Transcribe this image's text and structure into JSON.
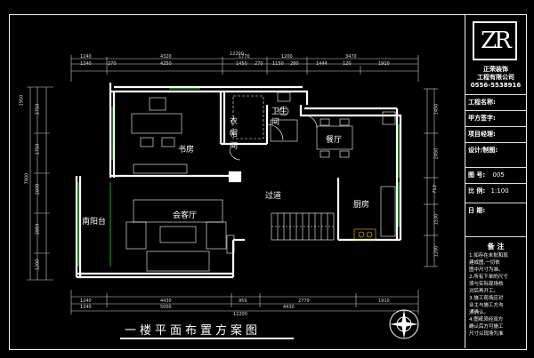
{
  "drawing": {
    "plan_title": "一楼平面布置方案图",
    "rooms": {
      "study": "书房",
      "closet": "衣帽间",
      "bathroom": "卫生间",
      "dining": "餐厅",
      "corridor": "过道",
      "kitchen": "厨房",
      "living": "会客厅",
      "south_balcony": "南阳台"
    },
    "dims_top_total": "12200",
    "dims_top_row1": [
      "1240",
      "4320",
      "1770",
      "1200",
      "3470"
    ],
    "dims_top_row2": [
      "1240",
      "270",
      "4250",
      "1450",
      "270",
      "1150",
      "280",
      "1444",
      "120",
      "1910"
    ],
    "dims_bottom_row1": [
      "1240",
      "4430",
      "959",
      "2779",
      "1910"
    ],
    "dims_bottom_row2": [
      "1240",
      "5000",
      "4430"
    ],
    "dims_bottom_total": "12200",
    "dims_left": [
      "1950",
      "3750",
      "1750",
      "2600",
      "7800",
      "3894",
      "1200"
    ],
    "dims_right": [
      "1450",
      "2450",
      "713",
      "1530",
      "1200"
    ]
  },
  "title_block": {
    "logo": "ZR",
    "company_line1": "正荣装饰",
    "company_line2": "工程有限公司",
    "phone": "0556-5538916",
    "project_name_label": "工程名称:",
    "client_label": "甲方签字:",
    "manager_label": "项目经理:",
    "designer_label": "设计/制图:",
    "drawing_no_label": "图 号:",
    "drawing_no_value": "005",
    "scale_label": "比 例:",
    "scale_value": "1:100",
    "date_label": "日 期:",
    "notes_title": "备 注",
    "notes": [
      "1.如存在未批和现",
      "建成图,一切依",
      "图中尺寸为准。",
      "2.所有下单的尺寸",
      "须与实际现场核",
      "对后再开工。",
      "3.施工现场应对",
      "业主与施工方沟",
      "通确认。",
      "4.图纸须经双方",
      "确认后方可施工",
      "尺寸以现场为准"
    ]
  }
}
